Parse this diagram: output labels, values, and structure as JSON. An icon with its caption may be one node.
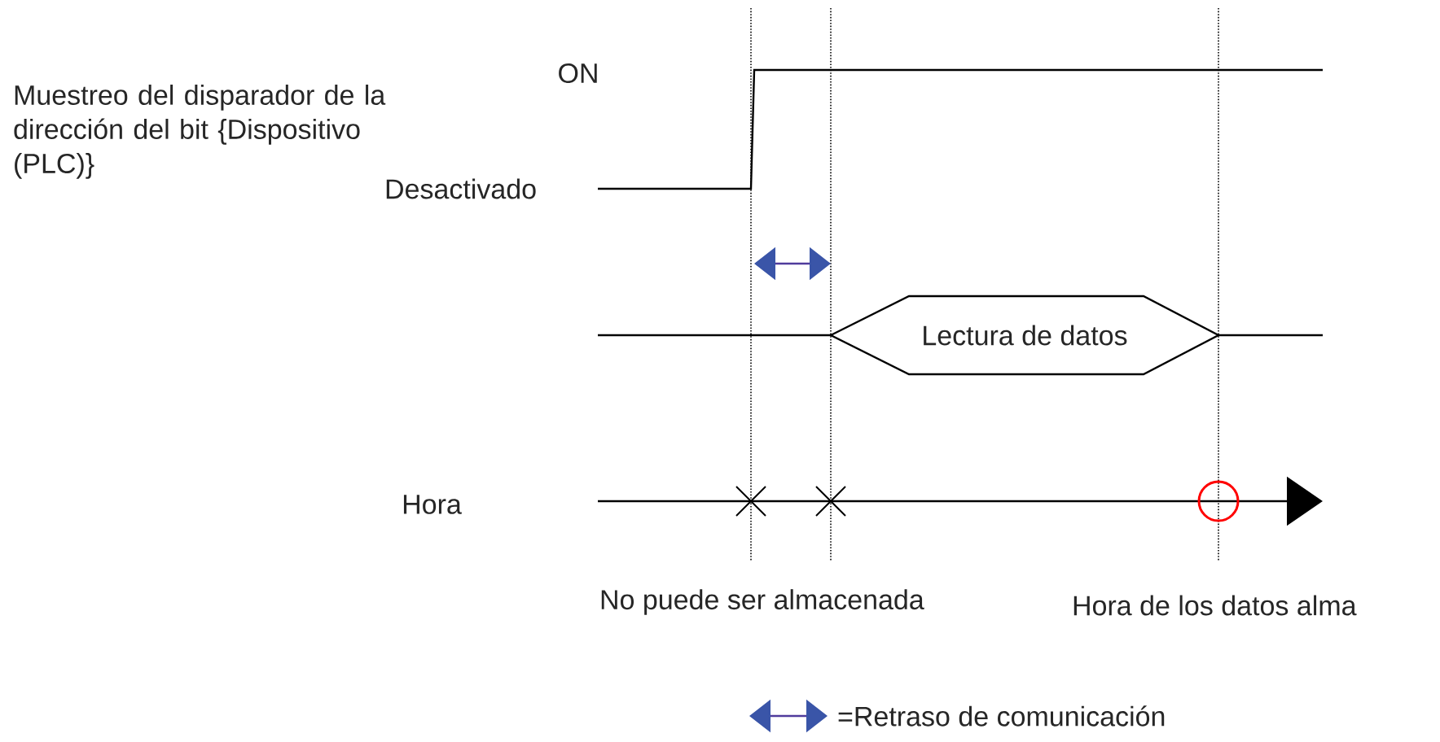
{
  "diagram": {
    "nodes": [
      {
        "text": [
          "Lectura de datos"
        ]
      }
    ],
    "labels": [
      "ON",
      "Muestreo del disparador de la dirección del bit {Dispositivo (PLC)}",
      "Desactivado",
      "Hora",
      "No puede ser almacenada",
      "Hora de los datos alma"
    ],
    "legend": [
      {
        "text": "=Retraso de comunicación"
      }
    ]
  }
}
